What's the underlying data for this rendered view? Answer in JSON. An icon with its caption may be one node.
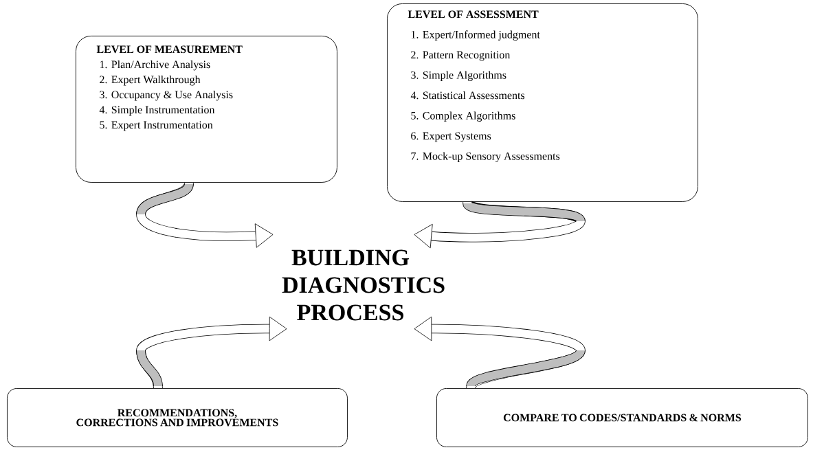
{
  "diagram": {
    "nodes": [
      {
        "text": [
          "LEVEL OF MEASUREMENT",
          "1. Plan/Archive Analysis",
          "2. Expert Walkthrough",
          "3. Occupancy & Use Analysis",
          "4. Simple Instrumentation",
          "5. Expert Instrumentation"
        ]
      },
      {
        "text": [
          "LEVEL OF ASSESSMENT",
          "1. Expert/Informed judgment",
          "2. Pattern Recognition",
          "3. Simple Algorithms",
          "4. Statistical Assessments",
          "5. Complex Algorithms",
          "6. Expert Systems",
          "7. Mock-up Sensory Assessments"
        ]
      },
      {
        "text": [
          "BUILDING DIAGNOSTICS PROCESS"
        ]
      },
      {
        "text": [
          "RECOMMENDATIONS, CORRECTIONS AND IMPROVEMENTS"
        ]
      },
      {
        "text": [
          "COMPARE TO CODES/STANDARDS & NORMS"
        ]
      }
    ],
    "edges": [
      {
        "from": 0,
        "to": 2,
        "arrow": "to"
      },
      {
        "from": 1,
        "to": 2,
        "arrow": "to"
      },
      {
        "from": 3,
        "to": 2,
        "arrow": "to"
      },
      {
        "from": 4,
        "to": 2,
        "arrow": "to"
      }
    ]
  }
}
